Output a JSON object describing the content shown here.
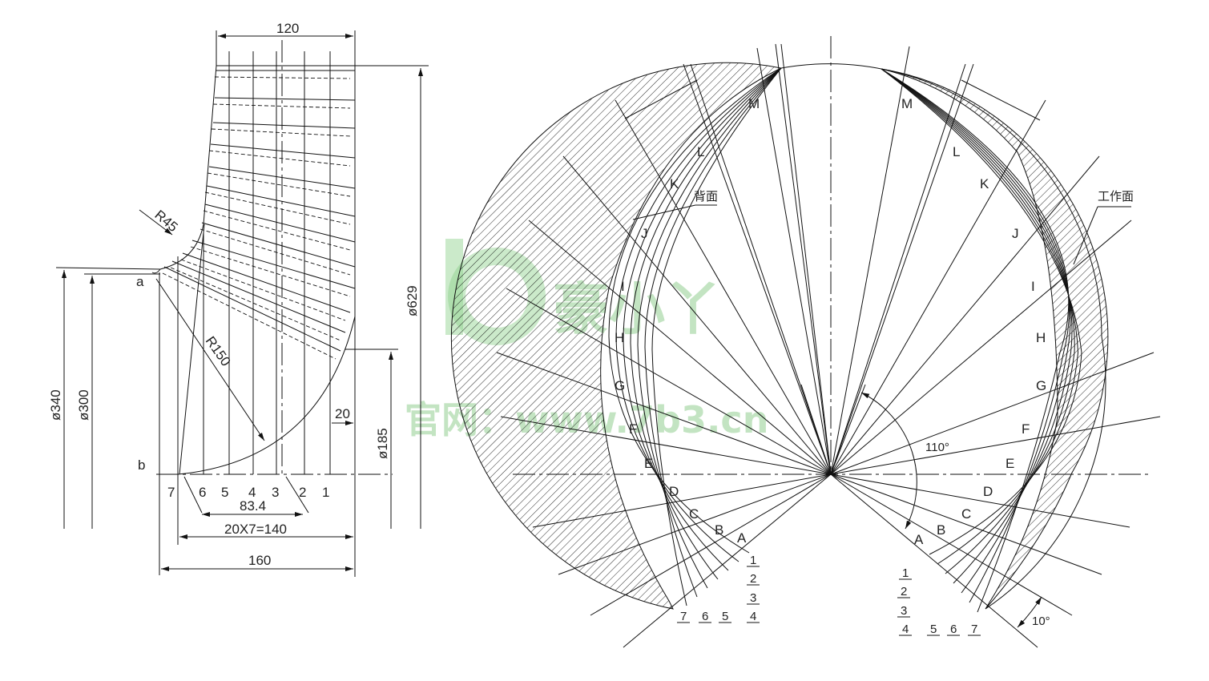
{
  "profile_view": {
    "dimensions": {
      "top_width": "120",
      "outer_diameter": "ø629",
      "diameter_340": "ø340",
      "diameter_300": "ø300",
      "diameter_185": "ø185",
      "radius_45": "R45",
      "radius_150": "R150",
      "offset_20": "20",
      "span_83_4": "83.4",
      "span_140": "20X7=140",
      "total_160": "160"
    },
    "points": {
      "a": "a",
      "b": "b"
    },
    "section_numbers": [
      "7",
      "6",
      "5",
      "4",
      "3",
      "2",
      "1"
    ]
  },
  "plan_view": {
    "left_letters": [
      "M",
      "L",
      "K",
      "J",
      "I",
      "H",
      "G",
      "F",
      "E",
      "D",
      "C",
      "B",
      "A"
    ],
    "right_letters": [
      "M",
      "L",
      "K",
      "J",
      "I",
      "H",
      "G",
      "F",
      "E",
      "D",
      "C",
      "B",
      "A"
    ],
    "left_numbers": [
      "1",
      "2",
      "3",
      "4",
      "5",
      "6",
      "7"
    ],
    "right_numbers": [
      "1",
      "2",
      "3",
      "4",
      "5",
      "6",
      "7"
    ],
    "back_face_label": "背面",
    "working_face_label": "工作面",
    "angle_110": "110°",
    "angle_10": "10°"
  },
  "watermark": {
    "logo_text": "b 豪小丫",
    "site_text": "官网：www.7b3.cn",
    "color": "#7cc47a"
  }
}
